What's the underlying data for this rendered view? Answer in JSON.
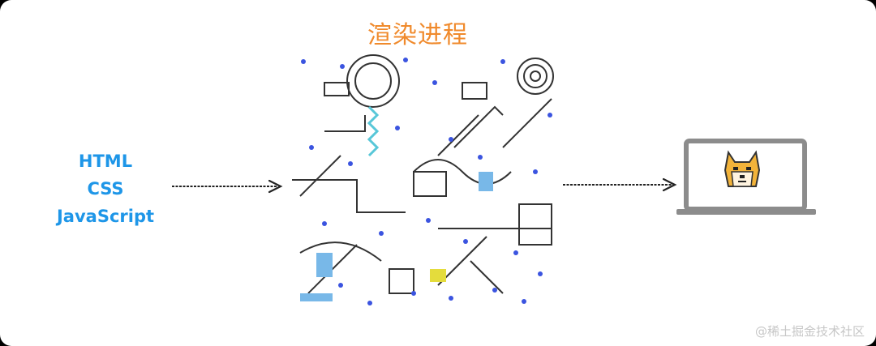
{
  "diagram": {
    "title": "渲染进程",
    "inputs": [
      "HTML",
      "CSS",
      "JavaScript"
    ],
    "watermark": "@稀土掘金技术社区"
  },
  "colors": {
    "title": "#f08a2c",
    "inputs": "#1e96e8",
    "laptop": "#8c8c8c",
    "doge": "#f2b33a"
  },
  "icons": {
    "machine": "rube-goldberg-machine-illustration",
    "output": "laptop-with-doge-icon"
  }
}
